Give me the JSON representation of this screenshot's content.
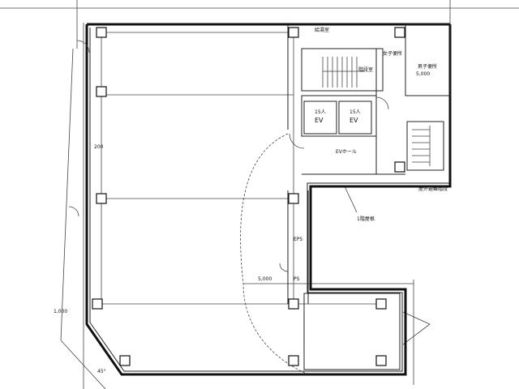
{
  "plan": {
    "rooms": {
      "kitchenette": "給湯室",
      "womens_toilet": "女子便所",
      "mens_toilet": "男子便所",
      "stair": "階段室",
      "ev_hall": "EVホール",
      "outdoor_stair": "屋外避難階段",
      "roof": "1階屋根",
      "eps": "EPS",
      "ps": "PS"
    },
    "elevators": [
      {
        "label": "EV",
        "capacity": "15人"
      },
      {
        "label": "EV",
        "capacity": "15人"
      }
    ],
    "dimensions": {
      "toilet_dim": "5,000",
      "corridor_dim": "5,000",
      "wall_offset": "200",
      "left_offset": "1,000",
      "angle": "45°"
    }
  }
}
